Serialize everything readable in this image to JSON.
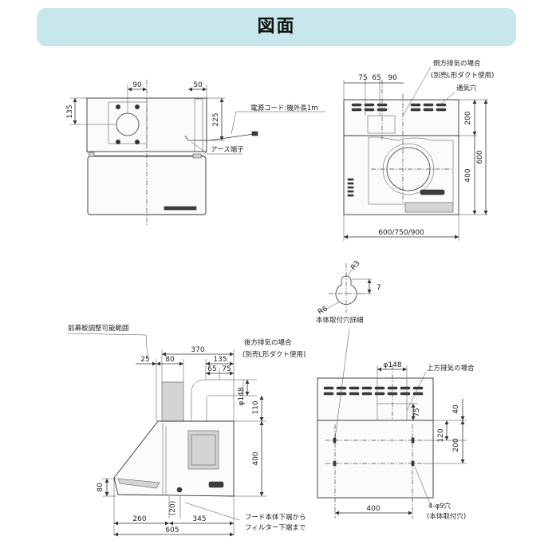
{
  "title": "図面",
  "labels": {
    "power_cord": "電源コード:機外長1m",
    "earth_terminal": "アース端子",
    "side_exhaust_1": "側方排気の場合",
    "side_exhaust_2": "(別売L形ダクト使用)",
    "vent_hole": "通気穴",
    "mount_detail": "本体取付穴詳細",
    "front_panel": "前幕板調整可能範囲",
    "rear_exhaust_1": "後方排気の場合",
    "rear_exhaust_2": "(別売L形ダクト使用)",
    "top_exhaust": "上方排気の場合",
    "hood_bottom_1": "フード本体下端から",
    "hood_bottom_2": "フィルター下端まで",
    "holes_1": "4-φ9穴",
    "holes_2": "(本体取付穴)"
  },
  "dims": {
    "top_90": "90",
    "top_50": "50",
    "top_135": "135",
    "top_225": "225",
    "front_75": "75",
    "front_65": "65",
    "front_90": "90",
    "front_200": "200",
    "front_400": "400",
    "front_600": "600",
    "front_width": "600/750/900",
    "det_r3": "R3",
    "det_7": "7",
    "det_r6": "R6",
    "side_370": "370",
    "side_25": "25",
    "side_80": "80",
    "side_135": "135",
    "side_65": "65",
    "side_75": "75",
    "side_148": "φ148",
    "side_110": "110",
    "side_400": "400",
    "side_80b": "80",
    "side_20": "(20)",
    "side_260": "260",
    "side_345": "345",
    "side_605": "605",
    "back_148": "φ148",
    "back_75": "75",
    "back_40": "40",
    "back_120": "120",
    "back_200": "200",
    "back_400": "400"
  }
}
